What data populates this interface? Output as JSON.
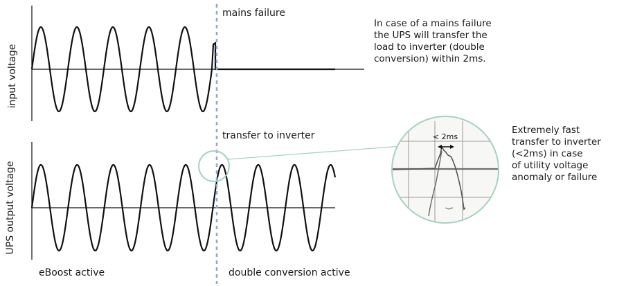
{
  "labels": {
    "input_voltage": "input voltage",
    "ups_output_voltage": "UPS output voltage",
    "mains_failure": "mains failure",
    "transfer_to_inverter": "transfer to inverter",
    "eboost_active": "eBoost active",
    "double_conversion_active": "double conversion active",
    "zoom_transfer_time": "< 2ms"
  },
  "notes": {
    "mains_failure_note": "In case of a mains failure\nthe UPS will transfer the\nload to inverter (double\nconversion) within 2ms.",
    "transfer_note": "Extremely fast\ntransfer to inverter\n(<2ms) in case\nof utility voltage\nanomaly or failure"
  },
  "colors": {
    "waveform": "#111111",
    "event_line": "#8fa8d8",
    "zoom_circle": "#a9cfc4",
    "zoom_grid": "#9a9a9a"
  }
}
